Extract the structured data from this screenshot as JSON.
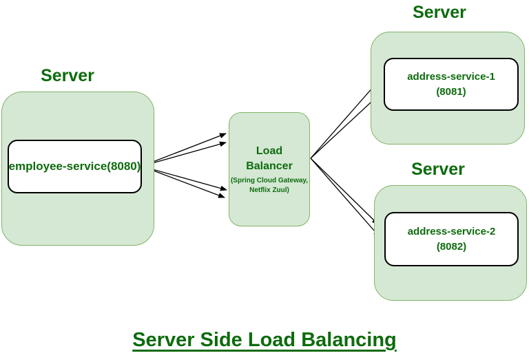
{
  "caption": {
    "text": "Server Side Load Balancing"
  },
  "colors": {
    "background": "#ffffff",
    "node_fill": "#d5e8d4",
    "node_border": "#82b366",
    "text_green": "#0d6b0d",
    "inner_box_fill": "#ffffff",
    "inner_box_border": "#000000",
    "arrow": "#000000"
  },
  "nodes": {
    "server_left": {
      "title": "Server",
      "service": "employee-service(8080)"
    },
    "load_balancer": {
      "title_line1": "Load",
      "title_line2": "Balancer",
      "subtitle_line1": "(Spring Cloud Gateway,",
      "subtitle_line2": "Netflix Zuul)"
    },
    "server_top_right": {
      "title": "Server",
      "service_name": "address-service-1",
      "service_port": "(8081)"
    },
    "server_bottom_right": {
      "title": "Server",
      "service_name": "address-service-2",
      "service_port": "(8082)"
    }
  },
  "edges": [
    {
      "from": "employee-service(8080)",
      "to": "Load Balancer",
      "arrow_count": 4
    },
    {
      "from": "Load Balancer",
      "to": "address-service-1 (8081)",
      "arrow_count": 2
    },
    {
      "from": "Load Balancer",
      "to": "address-service-2 (8082)",
      "arrow_count": 2
    }
  ]
}
